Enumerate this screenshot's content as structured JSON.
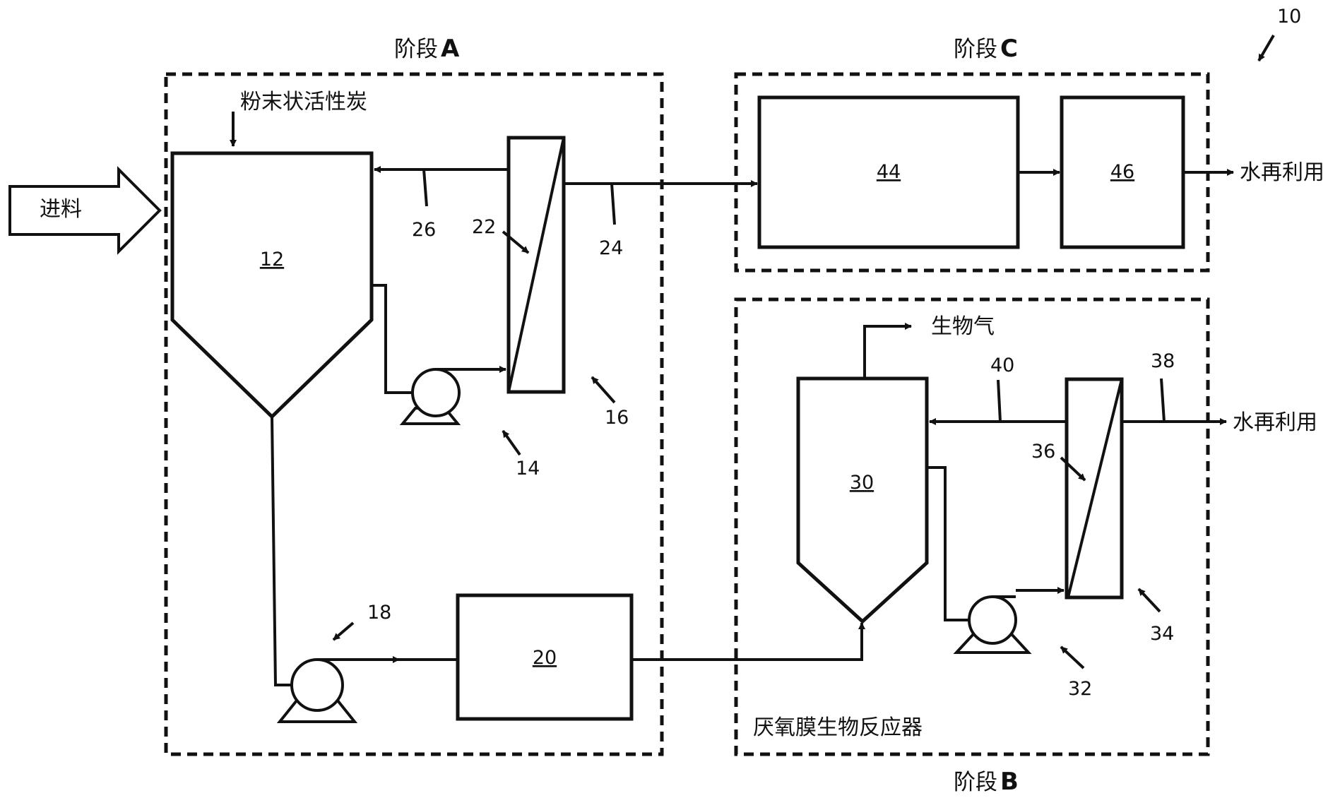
{
  "figure_number": "10",
  "stages": {
    "a": {
      "prefix": "阶段",
      "letter": "A"
    },
    "b": {
      "prefix": "阶段",
      "letter": "B"
    },
    "c": {
      "prefix": "阶段",
      "letter": "C"
    }
  },
  "inputs": {
    "feed": "进料",
    "pac": "粉末状活性炭"
  },
  "outputs": {
    "water_reuse_c": "水再利用",
    "water_reuse_b": "水再利用",
    "biogas": "生物气"
  },
  "reactor_caption": "厌氧膜生物反应器",
  "units": {
    "tank_12": "12",
    "pump_14": "14",
    "membrane_16": "16",
    "pump_18": "18",
    "box_20": "20",
    "membrane_22": "22",
    "line_24": "24",
    "line_26": "26",
    "tank_30": "30",
    "pump_32": "32",
    "membrane_34": "34",
    "membrane_36": "36",
    "line_38": "38",
    "line_40": "40",
    "box_44": "44",
    "box_46": "46"
  }
}
